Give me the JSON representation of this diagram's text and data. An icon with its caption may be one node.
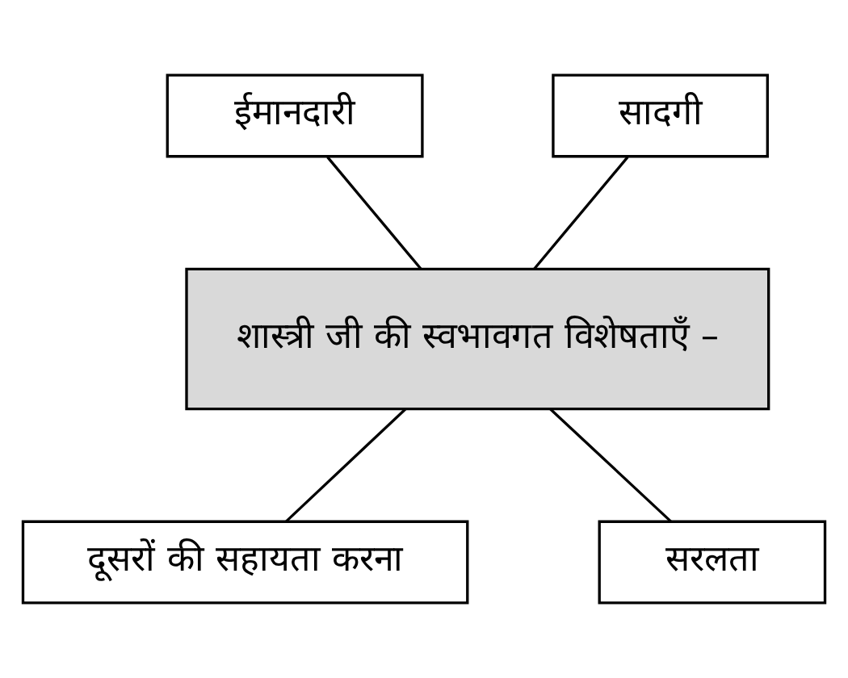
{
  "diagram": {
    "nodes": [
      {
        "text": [
          "ईमानदारी"
        ]
      },
      {
        "text": [
          "सादगी"
        ]
      },
      {
        "text": [
          "शास्त्री जी की स्वभावगत विशेषताएँ –"
        ]
      },
      {
        "text": [
          "दूसरों की सहायता करना"
        ]
      },
      {
        "text": [
          "सरलता"
        ]
      }
    ],
    "edges": [
      {
        "from": 0,
        "to": 2,
        "arrow": "none"
      },
      {
        "from": 1,
        "to": 2,
        "arrow": "none"
      },
      {
        "from": 2,
        "to": 3,
        "arrow": "none"
      },
      {
        "from": 2,
        "to": 4,
        "arrow": "none"
      }
    ]
  }
}
